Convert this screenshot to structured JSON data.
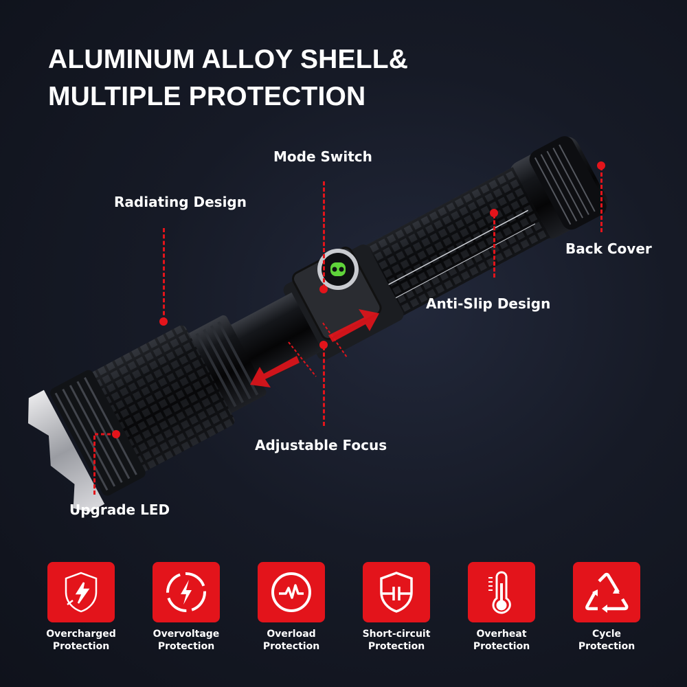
{
  "headline": {
    "line1": "ALUMINUM ALLOY SHELL&",
    "line2": "MULTIPLE PROTECTION"
  },
  "callouts": [
    {
      "id": "mode-switch",
      "label": "Mode Switch"
    },
    {
      "id": "radiating-design",
      "label": "Radiating Design"
    },
    {
      "id": "back-cover",
      "label": "Back Cover"
    },
    {
      "id": "anti-slip-design",
      "label": "Anti-Slip Design"
    },
    {
      "id": "adjustable-focus",
      "label": "Adjustable Focus"
    },
    {
      "id": "upgrade-led",
      "label": "Upgrade LED"
    }
  ],
  "protections": [
    {
      "icon": "shield-lightning-plug-icon",
      "line1": "Overcharged",
      "line2": "Protection"
    },
    {
      "icon": "lightning-circle-icon",
      "line1": "Overvoltage",
      "line2": "Protection"
    },
    {
      "icon": "pulse-circle-icon",
      "line1": "Overload",
      "line2": "Protection"
    },
    {
      "icon": "shield-capacitor-icon",
      "line1": "Short-circuit",
      "line2": "Protection"
    },
    {
      "icon": "thermometer-icon",
      "line1": "Overheat",
      "line2": "Protection"
    },
    {
      "icon": "recycle-triangle-icon",
      "line1": "Cycle",
      "line2": "Protection"
    }
  ],
  "colors": {
    "accent_red": "#e3141b",
    "switch_green": "#5fd33a",
    "background": "#161a26"
  }
}
